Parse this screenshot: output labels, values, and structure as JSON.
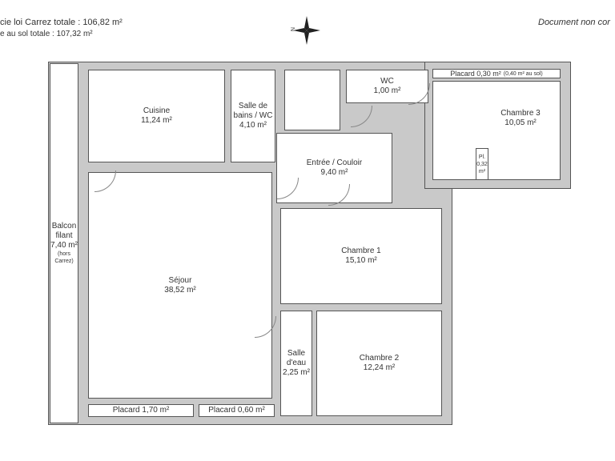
{
  "header": {
    "carrez_total": "cie loi Carrez totale :  106,82 m²",
    "sol_total": "e au sol totale :  107,32 m²",
    "disclaimer": "Document non cor",
    "compass_label": "N"
  },
  "rooms": {
    "cuisine": {
      "name": "Cuisine",
      "area": "11,24 m²"
    },
    "sdb": {
      "name": "Salle de bains / WC",
      "area": "4,10 m²"
    },
    "wc": {
      "name": "WC",
      "area": "1,00 m²"
    },
    "placard3": {
      "name": "Placard 0,30 m²",
      "note": "(0,40 m² au sol)"
    },
    "chambre3": {
      "name": "Chambre 3",
      "area": "10,05 m²"
    },
    "pl": {
      "name": "Pl.",
      "area": "0,32 m²"
    },
    "entree": {
      "name": "Entrée / Couloir",
      "area": "9,40 m²"
    },
    "balcon": {
      "name": "Balcon filant",
      "area": "7,40 m²",
      "note": "(hors Carrez)"
    },
    "sejour": {
      "name": "Séjour",
      "area": "38,52 m²"
    },
    "chambre1": {
      "name": "Chambre 1",
      "area": "15,10 m²"
    },
    "salle_eau": {
      "name": "Salle d'eau",
      "area": "2,25 m²"
    },
    "chambre2": {
      "name": "Chambre 2",
      "area": "12,24 m²"
    },
    "placard1": {
      "name": "Placard 1,70 m²"
    },
    "placard2": {
      "name": "Placard 0,60 m²"
    }
  }
}
